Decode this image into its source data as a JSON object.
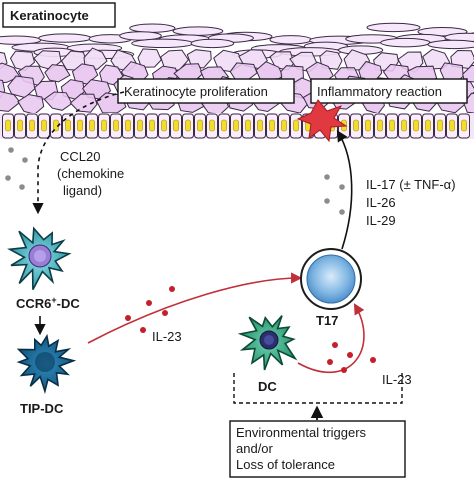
{
  "tissue": {
    "label": "Keratinocyte",
    "proliferation_label": "Keratinocyte proliferation",
    "inflammation_label": "Inflammatory reaction"
  },
  "chemokine": {
    "line1": "CCL20",
    "line2": "(chemokine",
    "line3": "ligand)"
  },
  "cells": {
    "ccr6_dc": {
      "base": "CCR6",
      "sup": "+",
      "suffix": "-DC"
    },
    "tip_dc": "TIP-DC",
    "t17": "T17",
    "dc": "DC"
  },
  "cytokines": {
    "il17": "IL-17 (± TNF-α)",
    "il26": "IL-26",
    "il29": "IL-29",
    "il23_left": "IL-23",
    "il23_right": "IL-23"
  },
  "triggers": {
    "line1": "Environmental triggers",
    "line2": "and/or",
    "line3": "Loss of tolerance"
  },
  "colors": {
    "cell_fill": "#e9c8f0",
    "cell_stroke": "#3a2a45",
    "basal_fill": "#f4dc2c",
    "inflammation_star": "#e03a40",
    "red_dots": "#c51f2c",
    "grey_dots": "#8c8c8c",
    "red_arrow": "#c0303a",
    "dc_teal": "#2a9aa8",
    "tipdc_blue": "#1c6d9a",
    "t17_blue": "#4f96cf",
    "dc_green": "#1f8f66"
  }
}
